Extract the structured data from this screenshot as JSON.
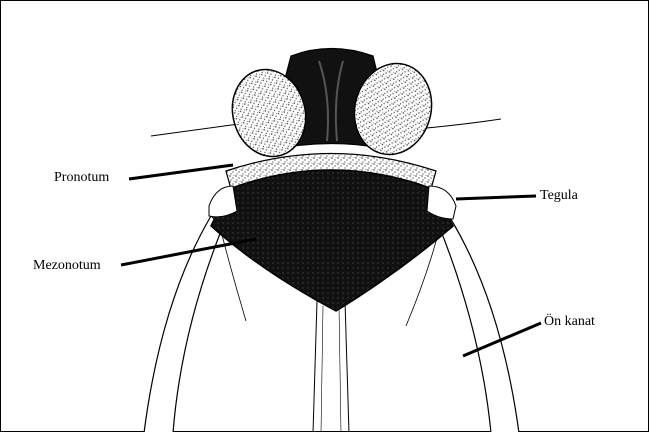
{
  "labels": {
    "pronotum": "Pronotum",
    "mezonotum": "Mezonotum",
    "tegula": "Tegula",
    "on_kanat": "Ön kanat"
  },
  "colors": {
    "ink": "#000000",
    "background": "#ffffff",
    "stipple_dark": "#111111"
  }
}
